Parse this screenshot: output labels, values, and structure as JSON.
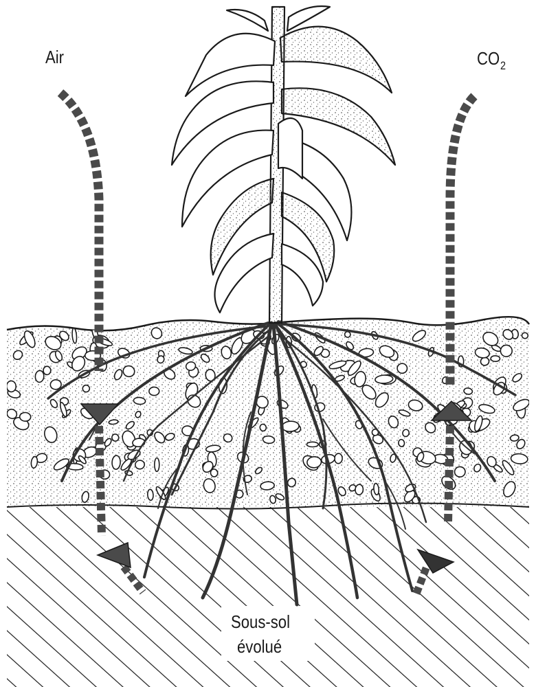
{
  "labels": {
    "air": "Air",
    "co2_main": "CO",
    "co2_sub": "2",
    "subsoil_line1": "Sous-sol",
    "subsoil_line2": "évolué"
  },
  "colors": {
    "ink": "#1a1a1a",
    "flow": "#4a4a4a",
    "stipple": "#6a6a6a",
    "background": "#ffffff"
  }
}
